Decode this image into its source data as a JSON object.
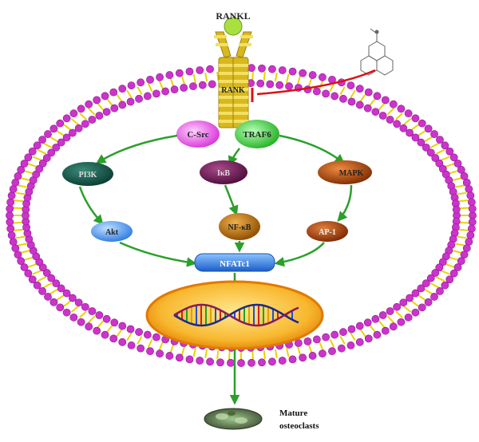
{
  "diagram": {
    "ligand": "RANKL",
    "receptor": "RANK",
    "adapters": [
      "C-Src",
      "TRAF6"
    ],
    "pathway_nodes": {
      "pi3k": "PI3K",
      "ikb": "IκB",
      "mapk": "MAPK",
      "akt": "Akt",
      "nfkb": "NF-κB",
      "ap1": "AP-1",
      "nfatc1": "NFATc1"
    },
    "outcome": [
      "Mature",
      "osteoclasts"
    ]
  },
  "colors": {
    "membrane_head": "#cc33cc",
    "membrane_tail": "#e8d400",
    "receptor": "#d8b820",
    "arrow": "#2aa02a",
    "inhibitor": "#dd1111",
    "csrc": "#ee55ee",
    "traf6": "#33cc33",
    "pi3k": "#0f5a4a",
    "ikb": "#6a1850",
    "mapk": "#b84810",
    "akt": "#3388ee",
    "nfkb": "#b87010",
    "ap1": "#a04010",
    "nfatc1": "#2b7de9",
    "nucleus": "#f59a10"
  },
  "icons": [
    "molecule-icon",
    "dna-icon",
    "osteoclast-icon"
  ]
}
